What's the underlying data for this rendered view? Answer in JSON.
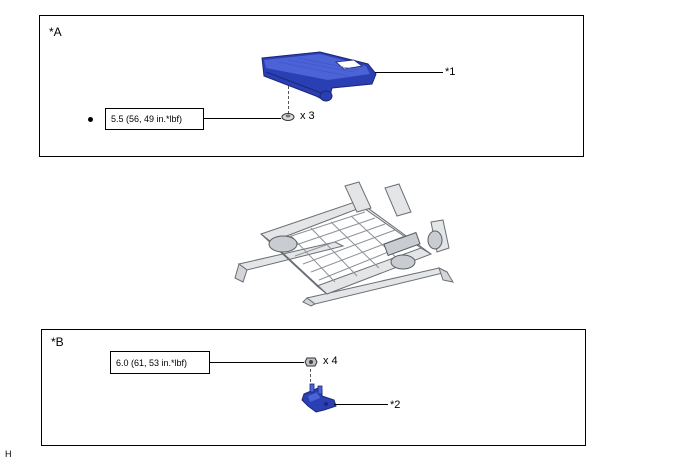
{
  "panel_a": {
    "label": "*A",
    "callout": "*1",
    "torque": "5.5 (56, 49 in.*lbf)",
    "quantity": "x 3"
  },
  "panel_b": {
    "label": "*B",
    "callout": "*2",
    "torque": "6.0 (61, 53 in.*lbf)",
    "quantity": "x 4"
  },
  "figure_code": "H",
  "colors": {
    "part_blue": "#2b3fb4",
    "part_blue_light": "#4b63d6",
    "frame_gray": "#9a9ea4"
  }
}
